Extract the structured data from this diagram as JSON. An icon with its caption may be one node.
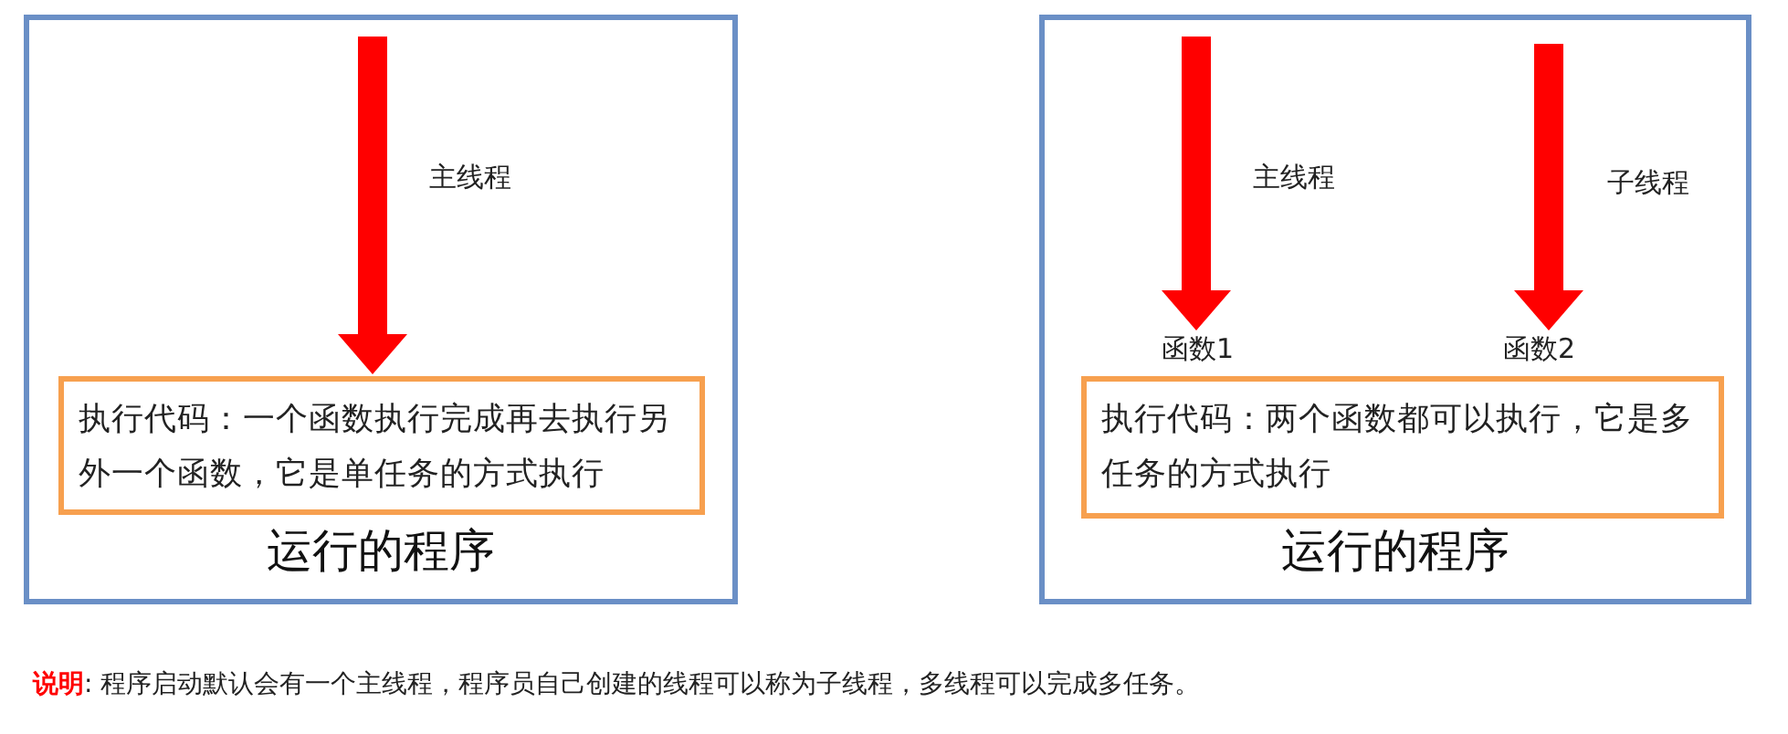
{
  "diagram": {
    "nodes": [
      {
        "text": [
          "运行的程序"
        ]
      },
      {
        "text": [
          "执行代码：一个函数执行完成再去执行另外一个函数，它是单任务的方式执行"
        ],
        "in": 0
      },
      {
        "text": [
          "运行的程序"
        ]
      },
      {
        "text": [
          "函数1"
        ],
        "in": 2
      },
      {
        "text": [
          "函数2"
        ],
        "in": 2
      },
      {
        "text": [
          "执行代码：两个函数都可以执行，它是多任务的方式执行"
        ],
        "in": 2
      }
    ],
    "edges": [
      {
        "from": null,
        "to": 1,
        "arrow": "to",
        "label": "主线程"
      },
      {
        "from": null,
        "to": 3,
        "arrow": "to",
        "label": "主线程"
      },
      {
        "from": null,
        "to": 4,
        "arrow": "to",
        "label": "子线程"
      }
    ],
    "labels": [
      "**说明**: 程序启动默认会有一个主线程，程序员自己创建的线程可以称为子线程，多线程可以完成多任务。"
    ]
  }
}
